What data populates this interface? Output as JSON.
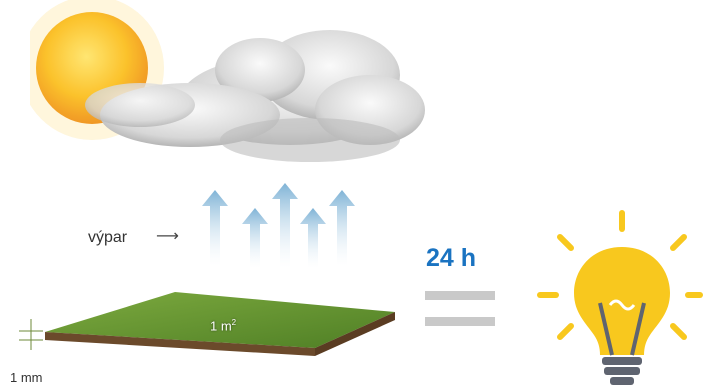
{
  "evaporation": {
    "label": "výpar",
    "arrow_glyph": "⟶"
  },
  "duration": {
    "value": "24 h"
  },
  "surface": {
    "area": "1 m",
    "area_exponent": "2",
    "water_thickness": "1 mm"
  },
  "icons": {
    "weather": "sun-cloud-icon",
    "vapor": "vapor-arrows-icon",
    "grass": "grass-patch",
    "equals": "equals-icon",
    "bulb": "light-bulb-icon"
  },
  "colors": {
    "accent_blue": "#1a73c1",
    "bulb_yellow": "#f8c81e",
    "sun_orange": "#f5a623",
    "grass_green": "#5e8f2c",
    "soil_brown": "#6b4a2b"
  }
}
